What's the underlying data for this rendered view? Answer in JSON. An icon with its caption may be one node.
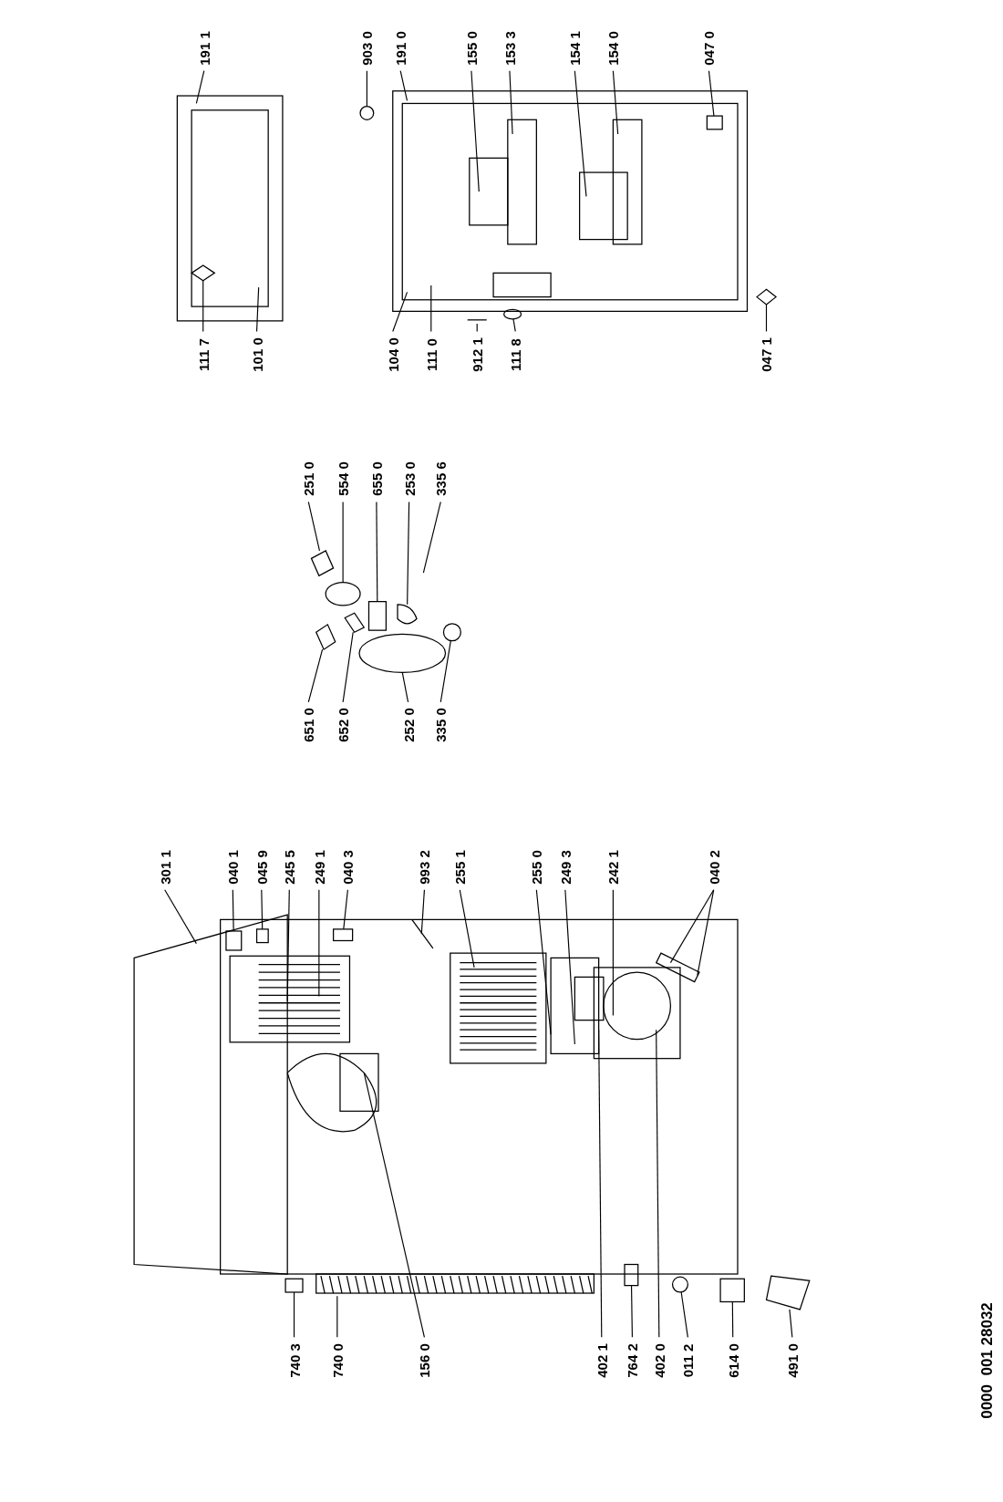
{
  "diagram": {
    "nodes": [
      {
        "text": [
          "301 1"
        ]
      },
      {
        "text": [
          "040 1"
        ]
      },
      {
        "text": [
          "045 9"
        ]
      },
      {
        "text": [
          "245 5"
        ]
      },
      {
        "text": [
          "249 1"
        ]
      },
      {
        "text": [
          "040 3"
        ]
      },
      {
        "text": [
          "993 2"
        ]
      },
      {
        "text": [
          "255 1"
        ]
      },
      {
        "text": [
          "255 0"
        ]
      },
      {
        "text": [
          "249 3"
        ]
      },
      {
        "text": [
          "242 1"
        ]
      },
      {
        "text": [
          "040 2"
        ]
      },
      {
        "text": [
          "740 3"
        ]
      },
      {
        "text": [
          "740 0"
        ]
      },
      {
        "text": [
          "156 0"
        ]
      },
      {
        "text": [
          "402 1"
        ]
      },
      {
        "text": [
          "764 2"
        ]
      },
      {
        "text": [
          "402 0"
        ]
      },
      {
        "text": [
          "011 2"
        ]
      },
      {
        "text": [
          "614 0"
        ]
      },
      {
        "text": [
          "491 0"
        ]
      },
      {
        "text": [
          "251 0"
        ]
      },
      {
        "text": [
          "554 0"
        ]
      },
      {
        "text": [
          "655 0"
        ]
      },
      {
        "text": [
          "253 0"
        ]
      },
      {
        "text": [
          "335 6"
        ]
      },
      {
        "text": [
          "651 0"
        ]
      },
      {
        "text": [
          "652 0"
        ]
      },
      {
        "text": [
          "252 0"
        ]
      },
      {
        "text": [
          "335 0"
        ]
      },
      {
        "text": [
          "191 1"
        ]
      },
      {
        "text": [
          "903 0"
        ]
      },
      {
        "text": [
          "191 0"
        ]
      },
      {
        "text": [
          "155 0"
        ]
      },
      {
        "text": [
          "153 3"
        ]
      },
      {
        "text": [
          "154 1"
        ]
      },
      {
        "text": [
          "154 0"
        ]
      },
      {
        "text": [
          "047 0"
        ]
      },
      {
        "text": [
          "111 7"
        ]
      },
      {
        "text": [
          "101 0"
        ]
      },
      {
        "text": [
          "104 0"
        ]
      },
      {
        "text": [
          "111 0"
        ]
      },
      {
        "text": [
          "912 1"
        ]
      },
      {
        "text": [
          "111 8"
        ]
      },
      {
        "text": [
          "047 1"
        ]
      },
      {
        "text": [],
        "shape": "box"
      },
      {
        "text": [],
        "shape": "box"
      },
      {
        "text": [],
        "shape": "box"
      },
      {
        "text": [],
        "shape": "box"
      },
      {
        "text": [],
        "shape": "box"
      },
      {
        "text": [],
        "shape": "circle"
      },
      {
        "text": [],
        "shape": "box"
      },
      {
        "text": [],
        "shape": "picture"
      },
      {
        "text": [],
        "shape": "picture"
      },
      {
        "text": [],
        "shape": "ellipse"
      },
      {
        "text": [],
        "shape": "box"
      },
      {
        "text": [],
        "shape": "picture"
      },
      {
        "text": [],
        "shape": "picture"
      },
      {
        "text": [],
        "shape": "picture"
      },
      {
        "text": [],
        "shape": "circle"
      },
      {
        "text": [],
        "shape": "circle"
      },
      {
        "text": [],
        "shape": "box"
      },
      {
        "text": [],
        "shape": "diamond"
      },
      {
        "text": [],
        "shape": "ellipse"
      },
      {
        "text": [],
        "shape": "diamond"
      }
    ],
    "edges": [
      {
        "from": 0,
        "to": null,
        "arrow": "none"
      },
      {
        "from": 1,
        "to": 45,
        "arrow": "none"
      },
      {
        "from": 2,
        "to": 46,
        "arrow": "none"
      },
      {
        "from": 3,
        "to": null,
        "arrow": "none"
      },
      {
        "from": 4,
        "to": null,
        "arrow": "none"
      },
      {
        "from": 5,
        "to": 47,
        "arrow": "none"
      },
      {
        "from": 6,
        "to": null,
        "arrow": "none"
      },
      {
        "from": 7,
        "to": null,
        "arrow": "none"
      },
      {
        "from": 8,
        "to": null,
        "arrow": "none"
      },
      {
        "from": 9,
        "to": null,
        "arrow": "none"
      },
      {
        "from": 10,
        "to": null,
        "arrow": "none"
      },
      {
        "from": 11,
        "to": null,
        "arrow": "none"
      },
      {
        "from": 11,
        "to": null,
        "arrow": "none"
      },
      {
        "from": 12,
        "to": 48,
        "arrow": "none"
      },
      {
        "from": 13,
        "to": null,
        "arrow": "none"
      },
      {
        "from": 14,
        "to": null,
        "arrow": "none"
      },
      {
        "from": 15,
        "to": null,
        "arrow": "none"
      },
      {
        "from": 16,
        "to": 49,
        "arrow": "none"
      },
      {
        "from": 17,
        "to": null,
        "arrow": "none"
      },
      {
        "from": 18,
        "to": 50,
        "arrow": "none"
      },
      {
        "from": 19,
        "to": 51,
        "arrow": "none"
      },
      {
        "from": 20,
        "to": 52,
        "arrow": "none"
      },
      {
        "from": 21,
        "to": 53,
        "arrow": "none"
      },
      {
        "from": 22,
        "to": 54,
        "arrow": "none"
      },
      {
        "from": 23,
        "to": 55,
        "arrow": "none"
      },
      {
        "from": 24,
        "to": 56,
        "arrow": "none"
      },
      {
        "from": 25,
        "to": null,
        "arrow": "none"
      },
      {
        "from": 26,
        "to": 57,
        "arrow": "none"
      },
      {
        "from": 27,
        "to": 58,
        "arrow": "none"
      },
      {
        "from": 28,
        "to": null,
        "arrow": "none"
      },
      {
        "from": 29,
        "to": 59,
        "arrow": "none"
      },
      {
        "from": 30,
        "to": null,
        "arrow": "none"
      },
      {
        "from": 31,
        "to": 60,
        "arrow": "none"
      },
      {
        "from": 32,
        "to": null,
        "arrow": "none"
      },
      {
        "from": 33,
        "to": null,
        "arrow": "none"
      },
      {
        "from": 34,
        "to": null,
        "arrow": "none"
      },
      {
        "from": 35,
        "to": null,
        "arrow": "none"
      },
      {
        "from": 36,
        "to": null,
        "arrow": "none"
      },
      {
        "from": 37,
        "to": 61,
        "arrow": "none"
      },
      {
        "from": 38,
        "to": 62,
        "arrow": "none"
      },
      {
        "from": 39,
        "to": null,
        "arrow": "none"
      },
      {
        "from": 40,
        "to": null,
        "arrow": "none"
      },
      {
        "from": 41,
        "to": null,
        "arrow": "none"
      },
      {
        "from": 42,
        "to": null,
        "arrow": "none"
      },
      {
        "from": 43,
        "to": 63,
        "arrow": "none"
      },
      {
        "from": 44,
        "to": 64,
        "arrow": "none"
      }
    ],
    "labels": [
      "0000  001 28032"
    ]
  }
}
